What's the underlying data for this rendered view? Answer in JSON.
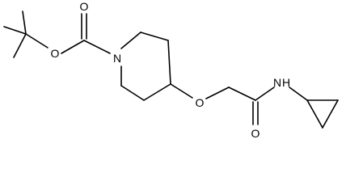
{
  "molecule": {
    "atoms": {
      "carbonyl_oxygen": "O",
      "ester_oxygen": "O",
      "ring_nitrogen": "N",
      "ether_oxygen": "O",
      "amide_nitrogen": "N",
      "amide_hydrogen": "H",
      "amide_oxygen": "O"
    }
  }
}
